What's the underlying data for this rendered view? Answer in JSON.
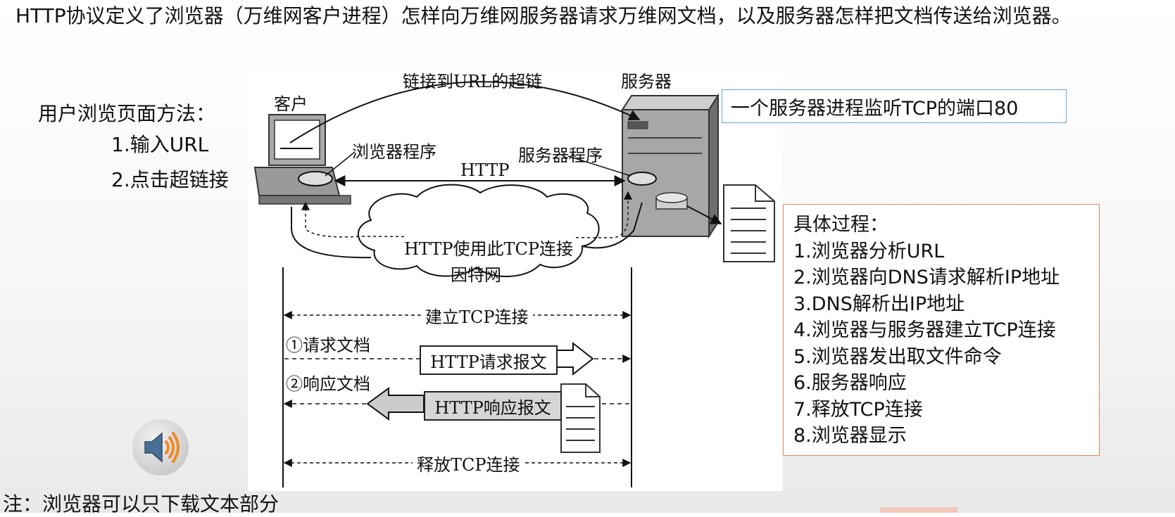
{
  "intro": "HTTP协议定义了浏览器（万维网客户进程）怎样向万维网服务器请求万维网文档，以及服务器怎样把文档传送给浏览器。",
  "methods": {
    "title": "用户浏览页面方法：",
    "items": [
      "1.输入URL",
      "2.点击超链接"
    ]
  },
  "diagram": {
    "client": "客户",
    "server": "服务器",
    "hyperlink": "链接到URL的超链",
    "browser_program": "浏览器程序",
    "server_program": "服务器程序",
    "http": "HTTP",
    "tcp_use": "HTTP使用此TCP连接",
    "internet": "因特网",
    "establish": "建立TCP连接",
    "request_doc": "①请求文档",
    "request_msg": "HTTP请求报文",
    "response_doc": "②响应文档",
    "response_msg": "HTTP响应报文",
    "release": "释放TCP连接"
  },
  "listen_box": "一个服务器进程监听TCP的端口80",
  "process": {
    "title": "具体过程：",
    "steps": [
      "1.浏览器分析URL",
      "2.浏览器向DNS请求解析IP地址",
      "3.DNS解析出IP地址",
      "4.浏览器与服务器建立TCP连接",
      "5.浏览器发出取文件命令",
      "6.服务器响应",
      "7.释放TCP连接",
      "8.浏览器显示"
    ]
  },
  "note": "注：浏览器可以只下载文本部分",
  "colors": {
    "listen_border": "#6fa3cf",
    "process_border": "#e0865e"
  }
}
